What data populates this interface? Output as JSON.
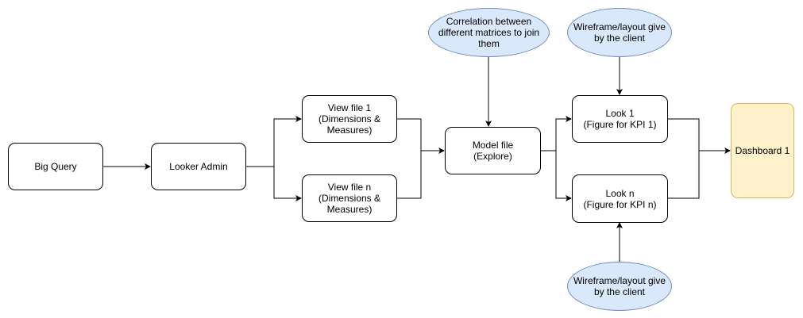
{
  "nodes": {
    "big_query": "Big Query",
    "looker_admin": "Looker Admin",
    "view_file_1": "View file 1\n(Dimensions &\nMeasures)",
    "view_file_n": "View file n\n(Dimensions &\nMeasures)",
    "model_file": "Model file\n(Explore)",
    "correlation_note": "Correlation between\ndifferent matrices to join\nthem",
    "look_1": "Look 1\n(Figure for KPI 1)",
    "look_n": "Look n\n(Figure for KPI n)",
    "wireframe_top": "Wireframe/layout give\nby the client",
    "wireframe_bottom": "Wireframe/layout give\nby the client",
    "dashboard": "Dashboard 1"
  },
  "colors": {
    "ellipse_fill": "#dae8fc",
    "ellipse_stroke": "#6c8ebf",
    "dashboard_fill": "#fff2cc",
    "dashboard_stroke": "#d6b656",
    "edge": "#000000"
  }
}
